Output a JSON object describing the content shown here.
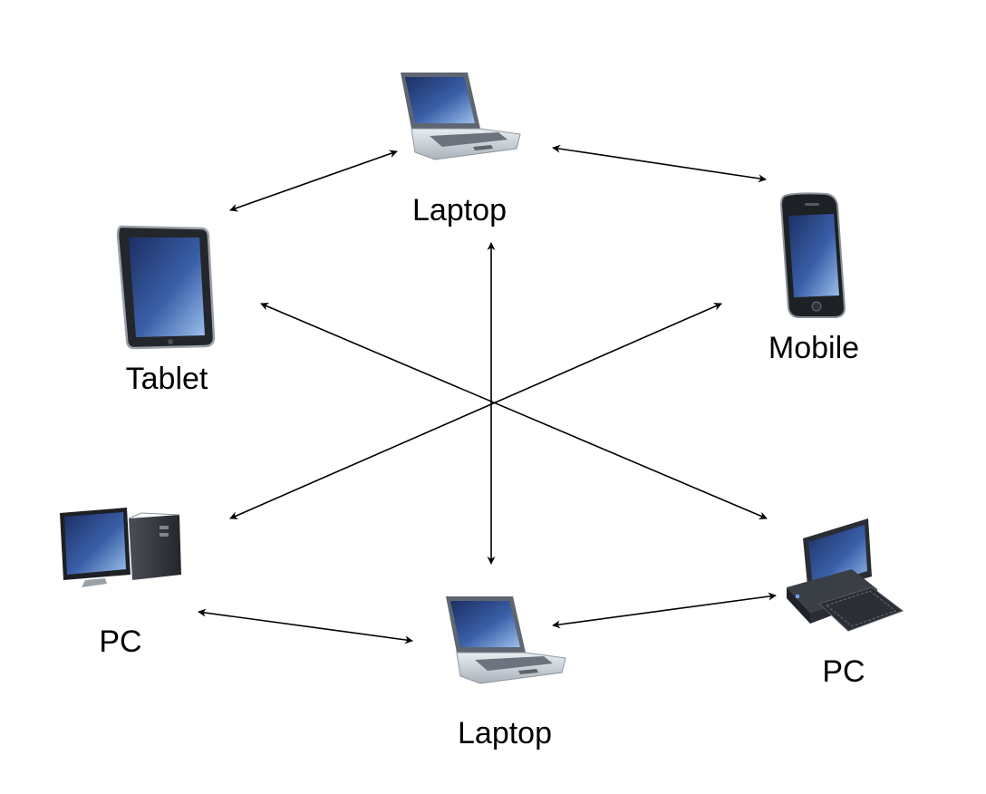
{
  "nodes": {
    "laptop_top": {
      "label": "Laptop",
      "icon": "laptop-icon"
    },
    "mobile": {
      "label": "Mobile",
      "icon": "mobile-phone-icon"
    },
    "tablet": {
      "label": "Tablet",
      "icon": "tablet-icon"
    },
    "pc_left": {
      "label": "PC",
      "icon": "desktop-pc-icon"
    },
    "laptop_bottom": {
      "label": "Laptop",
      "icon": "laptop-icon"
    },
    "pc_right": {
      "label": "PC",
      "icon": "workstation-pc-icon"
    }
  },
  "edges": [
    {
      "from": "laptop_top",
      "to": "tablet",
      "directed": "both"
    },
    {
      "from": "laptop_top",
      "to": "mobile",
      "directed": "both"
    },
    {
      "from": "laptop_top",
      "to": "laptop_bottom",
      "directed": "both"
    },
    {
      "from": "tablet",
      "to": "pc_right",
      "directed": "both"
    },
    {
      "from": "mobile",
      "to": "pc_left",
      "directed": "both"
    },
    {
      "from": "pc_left",
      "to": "laptop_bottom",
      "directed": "both"
    },
    {
      "from": "laptop_bottom",
      "to": "pc_right",
      "directed": "both"
    }
  ],
  "colors": {
    "screen": "#3a5fa8",
    "screen_glow": "#8fb4e8",
    "body_dark": "#2b2f36",
    "body_silver": "#c7cdd3",
    "arrow": "#000000"
  }
}
